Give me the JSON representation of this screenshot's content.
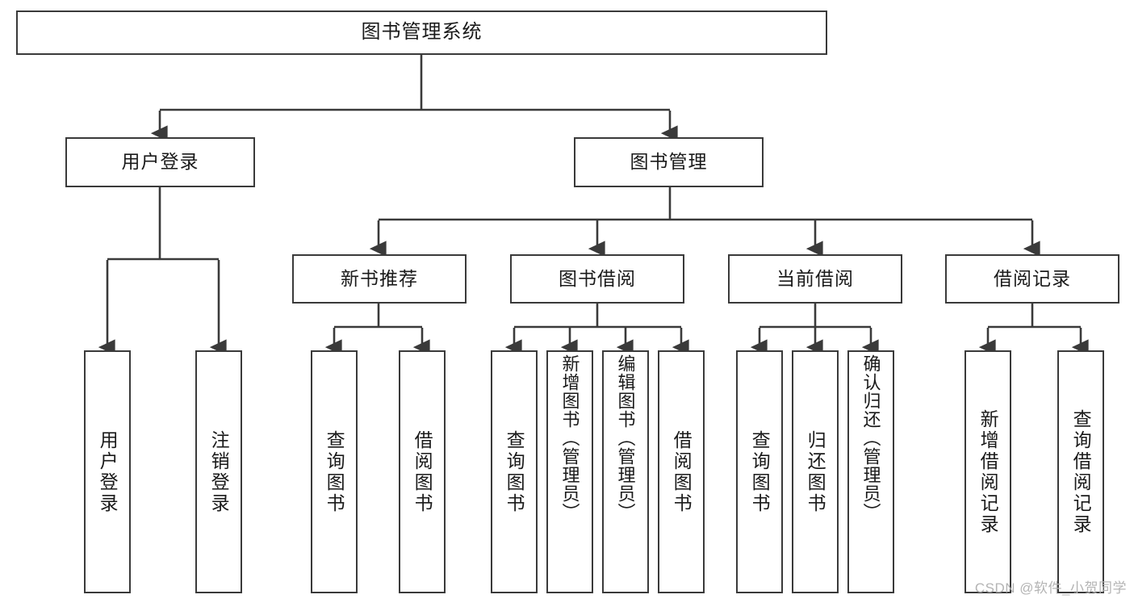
{
  "diagram": {
    "title": "图书管理系统",
    "type": "tree",
    "stroke_color": "#3a3a3a",
    "background_color": "#ffffff",
    "text_color": "#1a1a1a",
    "root": {
      "id": "root",
      "label": "图书管理系统"
    },
    "level2": [
      {
        "id": "user-login",
        "label": "用户登录"
      },
      {
        "id": "book-management",
        "label": "图书管理"
      }
    ],
    "level3": [
      {
        "id": "new-book-recommend",
        "label": "新书推荐",
        "parent": "book-management"
      },
      {
        "id": "book-borrow",
        "label": "图书借阅",
        "parent": "book-management"
      },
      {
        "id": "current-borrow",
        "label": "当前借阅",
        "parent": "book-management"
      },
      {
        "id": "borrow-record",
        "label": "借阅记录",
        "parent": "book-management"
      }
    ],
    "leaves": [
      {
        "id": "leaf-user-login",
        "label": "用户登录",
        "parent": "user-login"
      },
      {
        "id": "leaf-logout-login",
        "label": "注销登录",
        "parent": "user-login"
      },
      {
        "id": "leaf-query-book-1",
        "label": "查询图书",
        "parent": "new-book-recommend"
      },
      {
        "id": "leaf-borrow-book-1",
        "label": "借阅图书",
        "parent": "new-book-recommend"
      },
      {
        "id": "leaf-query-book-2",
        "label": "查询图书",
        "parent": "book-borrow"
      },
      {
        "id": "leaf-add-book",
        "label": "新增图书（管理员）",
        "parent": "book-borrow"
      },
      {
        "id": "leaf-edit-book",
        "label": "编辑图书（管理员）",
        "parent": "book-borrow"
      },
      {
        "id": "leaf-borrow-book-2",
        "label": "借阅图书",
        "parent": "book-borrow"
      },
      {
        "id": "leaf-query-book-3",
        "label": "查询图书",
        "parent": "current-borrow"
      },
      {
        "id": "leaf-return-book",
        "label": "归还图书",
        "parent": "current-borrow"
      },
      {
        "id": "leaf-confirm-return",
        "label": "确认归还（管理员）",
        "parent": "current-borrow"
      },
      {
        "id": "leaf-add-borrow-record",
        "label": "新增借阅记录",
        "parent": "borrow-record"
      },
      {
        "id": "leaf-query-borrow-record",
        "label": "查询借阅记录",
        "parent": "borrow-record"
      }
    ]
  },
  "watermark": {
    "text": "CSDN @软件_小贺同学"
  }
}
